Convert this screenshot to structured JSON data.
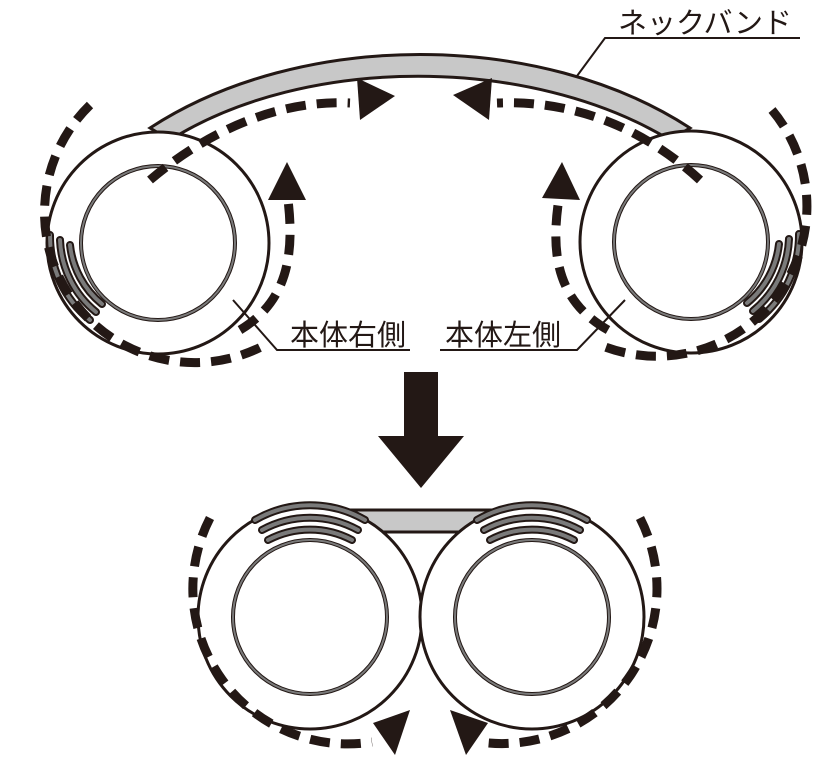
{
  "labels": {
    "neckband": "ネックバンド",
    "body_right": "本体右側",
    "body_left": "本体左側"
  },
  "colors": {
    "line": "#231815",
    "band_fill": "#c8c8c8",
    "vent_gray": "#7a7a7a",
    "background": "#ffffff"
  }
}
